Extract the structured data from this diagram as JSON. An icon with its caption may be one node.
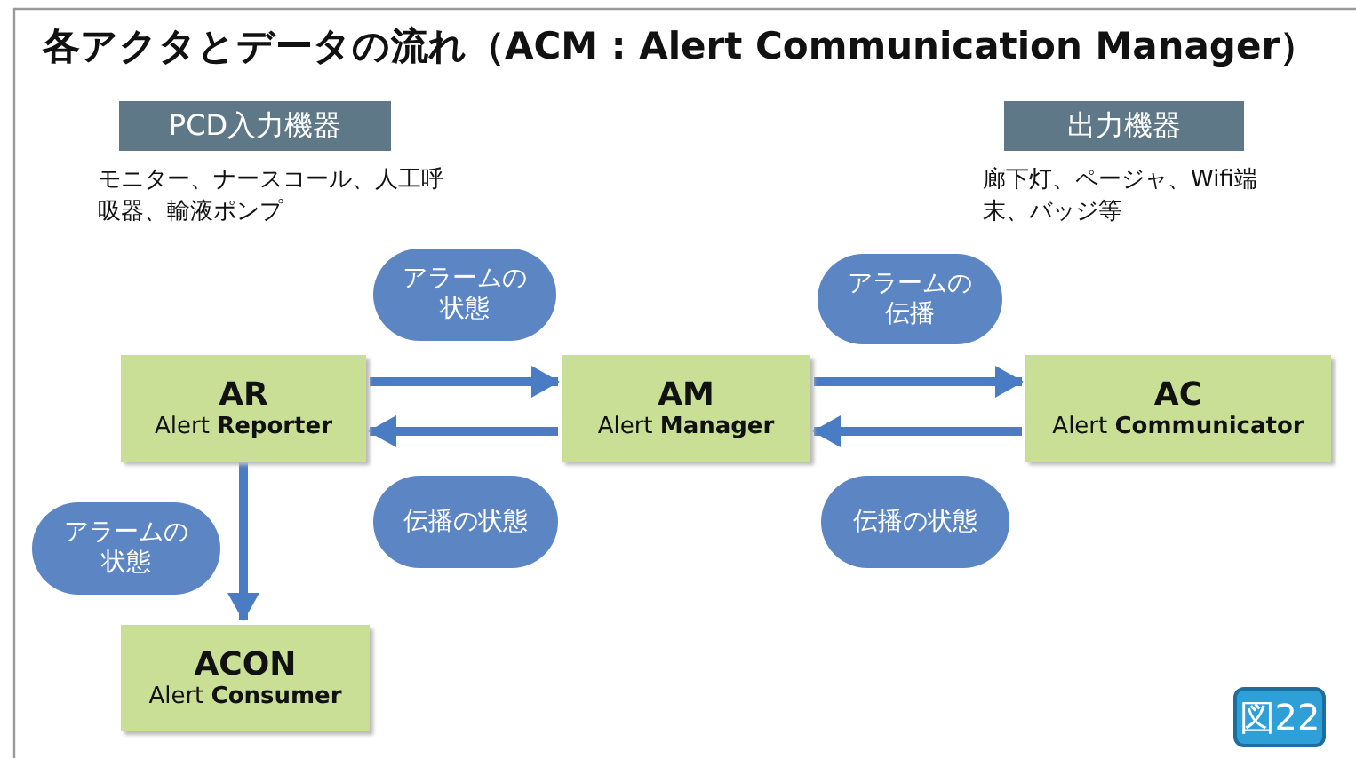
{
  "diagram": {
    "title": "各アクタとデータの流れ（ACM : Alert Communication Manager）",
    "nodes": [
      {
        "text": [
          "PCD入力機器"
        ],
        "beside": [
          "モニター、ナースコール、人工呼吸器、輸液ポンプ"
        ]
      },
      {
        "text": [
          "出力機器"
        ],
        "beside": [
          "廊下灯、ページャ、Wifi端末、バッジ等"
        ]
      },
      {
        "text": [
          "アラームの状態"
        ]
      },
      {
        "text": [
          "アラームの伝播"
        ]
      },
      {
        "text": [
          "AR",
          "Alert **Reporter**"
        ]
      },
      {
        "text": [
          "AM",
          "Alert **Manager**"
        ]
      },
      {
        "text": [
          "AC",
          "Alert **Communicator**"
        ]
      },
      {
        "text": [
          "伝播の状態"
        ]
      },
      {
        "text": [
          "伝播の状態"
        ]
      },
      {
        "text": [
          "アラームの状態"
        ]
      },
      {
        "text": [
          "ACON",
          "Alert **Consumer**"
        ]
      },
      {
        "text": [
          "図22"
        ]
      }
    ],
    "edges": [
      {
        "from": 4,
        "to": 5,
        "arrow": "to"
      },
      {
        "from": 5,
        "to": 4,
        "arrow": "to"
      },
      {
        "from": 5,
        "to": 6,
        "arrow": "to"
      },
      {
        "from": 6,
        "to": 5,
        "arrow": "to"
      },
      {
        "from": 4,
        "to": 10,
        "arrow": "to"
      }
    ]
  }
}
